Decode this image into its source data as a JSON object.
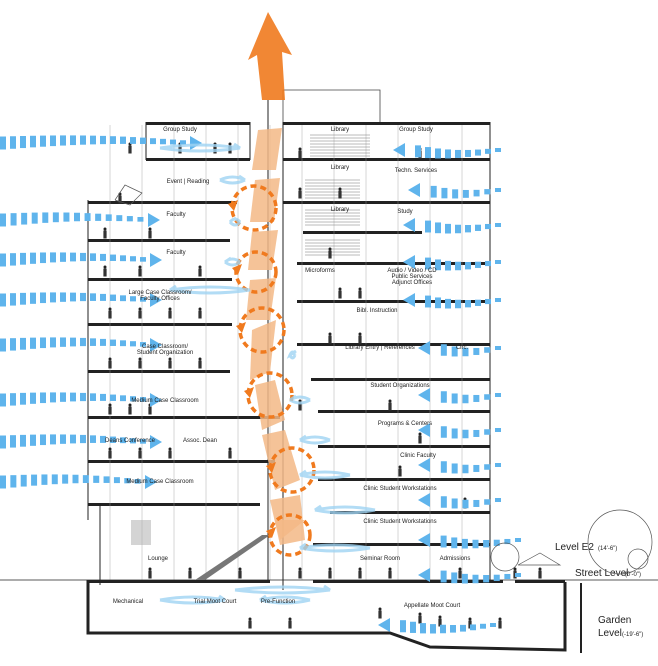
{
  "rooms": [
    "Group Study",
    "Library",
    "Group Study",
    "Event | Reading",
    "Library",
    "Techn. Services",
    "Faculty",
    "Library",
    "Study",
    "Faculty",
    "Microforms",
    "Audio / Video / CD",
    "Public Services",
    "Adjunct Offices",
    "Large Case Classroom/",
    "Faculty Offices",
    "Bibl. Instruction",
    "Case Classroom/",
    "Student Organization",
    "Library Entry | References",
    "Circ.",
    "Medium Case Classroom",
    "Student Organizations",
    "Deans Conference",
    "Assoc. Dean",
    "Programs & Centers",
    "Clinic Faculty",
    "Medium Case Classroom",
    "Clinic Student Workstations",
    "Clinic Student Workstations",
    "Lounge",
    "Seminar Room",
    "Admissions",
    "Mechanical",
    "Trial Moot Court",
    "Pre-Function",
    "Appellate Moot Court"
  ],
  "levels": [
    {
      "name": "Level E2",
      "elevation": "(14'-6\")"
    },
    {
      "name": "Street Level",
      "elevation": "(0'-0\")"
    },
    {
      "name": "Garden",
      "name2": "Level",
      "elevation": "(-19'-6\")"
    }
  ],
  "colors": {
    "airflow": "#5fb4ec",
    "stack_effect": "#f07a1e",
    "atrium": "#f3b886",
    "structure": "#222222"
  }
}
